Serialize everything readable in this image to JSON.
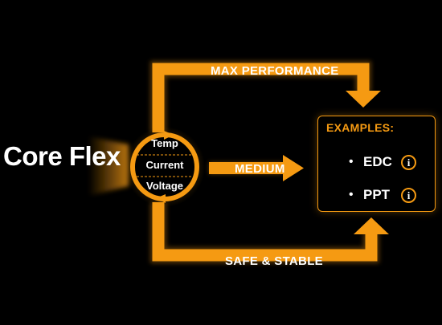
{
  "diagram": {
    "title": "Core Flex",
    "dial": {
      "items": [
        "Temp",
        "Current",
        "Voltage"
      ]
    },
    "flows": {
      "top_label": "MAX PERFORMANCE",
      "middle_label": "MEDIUM",
      "bottom_label": "SAFE & STABLE"
    },
    "examples": {
      "heading": "EXAMPLES:",
      "items": [
        {
          "bullet": "•",
          "label": "EDC",
          "icon": "info-icon"
        },
        {
          "bullet": "•",
          "label": "PPT",
          "icon": "info-icon"
        }
      ]
    },
    "colors": {
      "background": "#000000",
      "accent": "#f59a12",
      "text": "#ffffff"
    }
  }
}
